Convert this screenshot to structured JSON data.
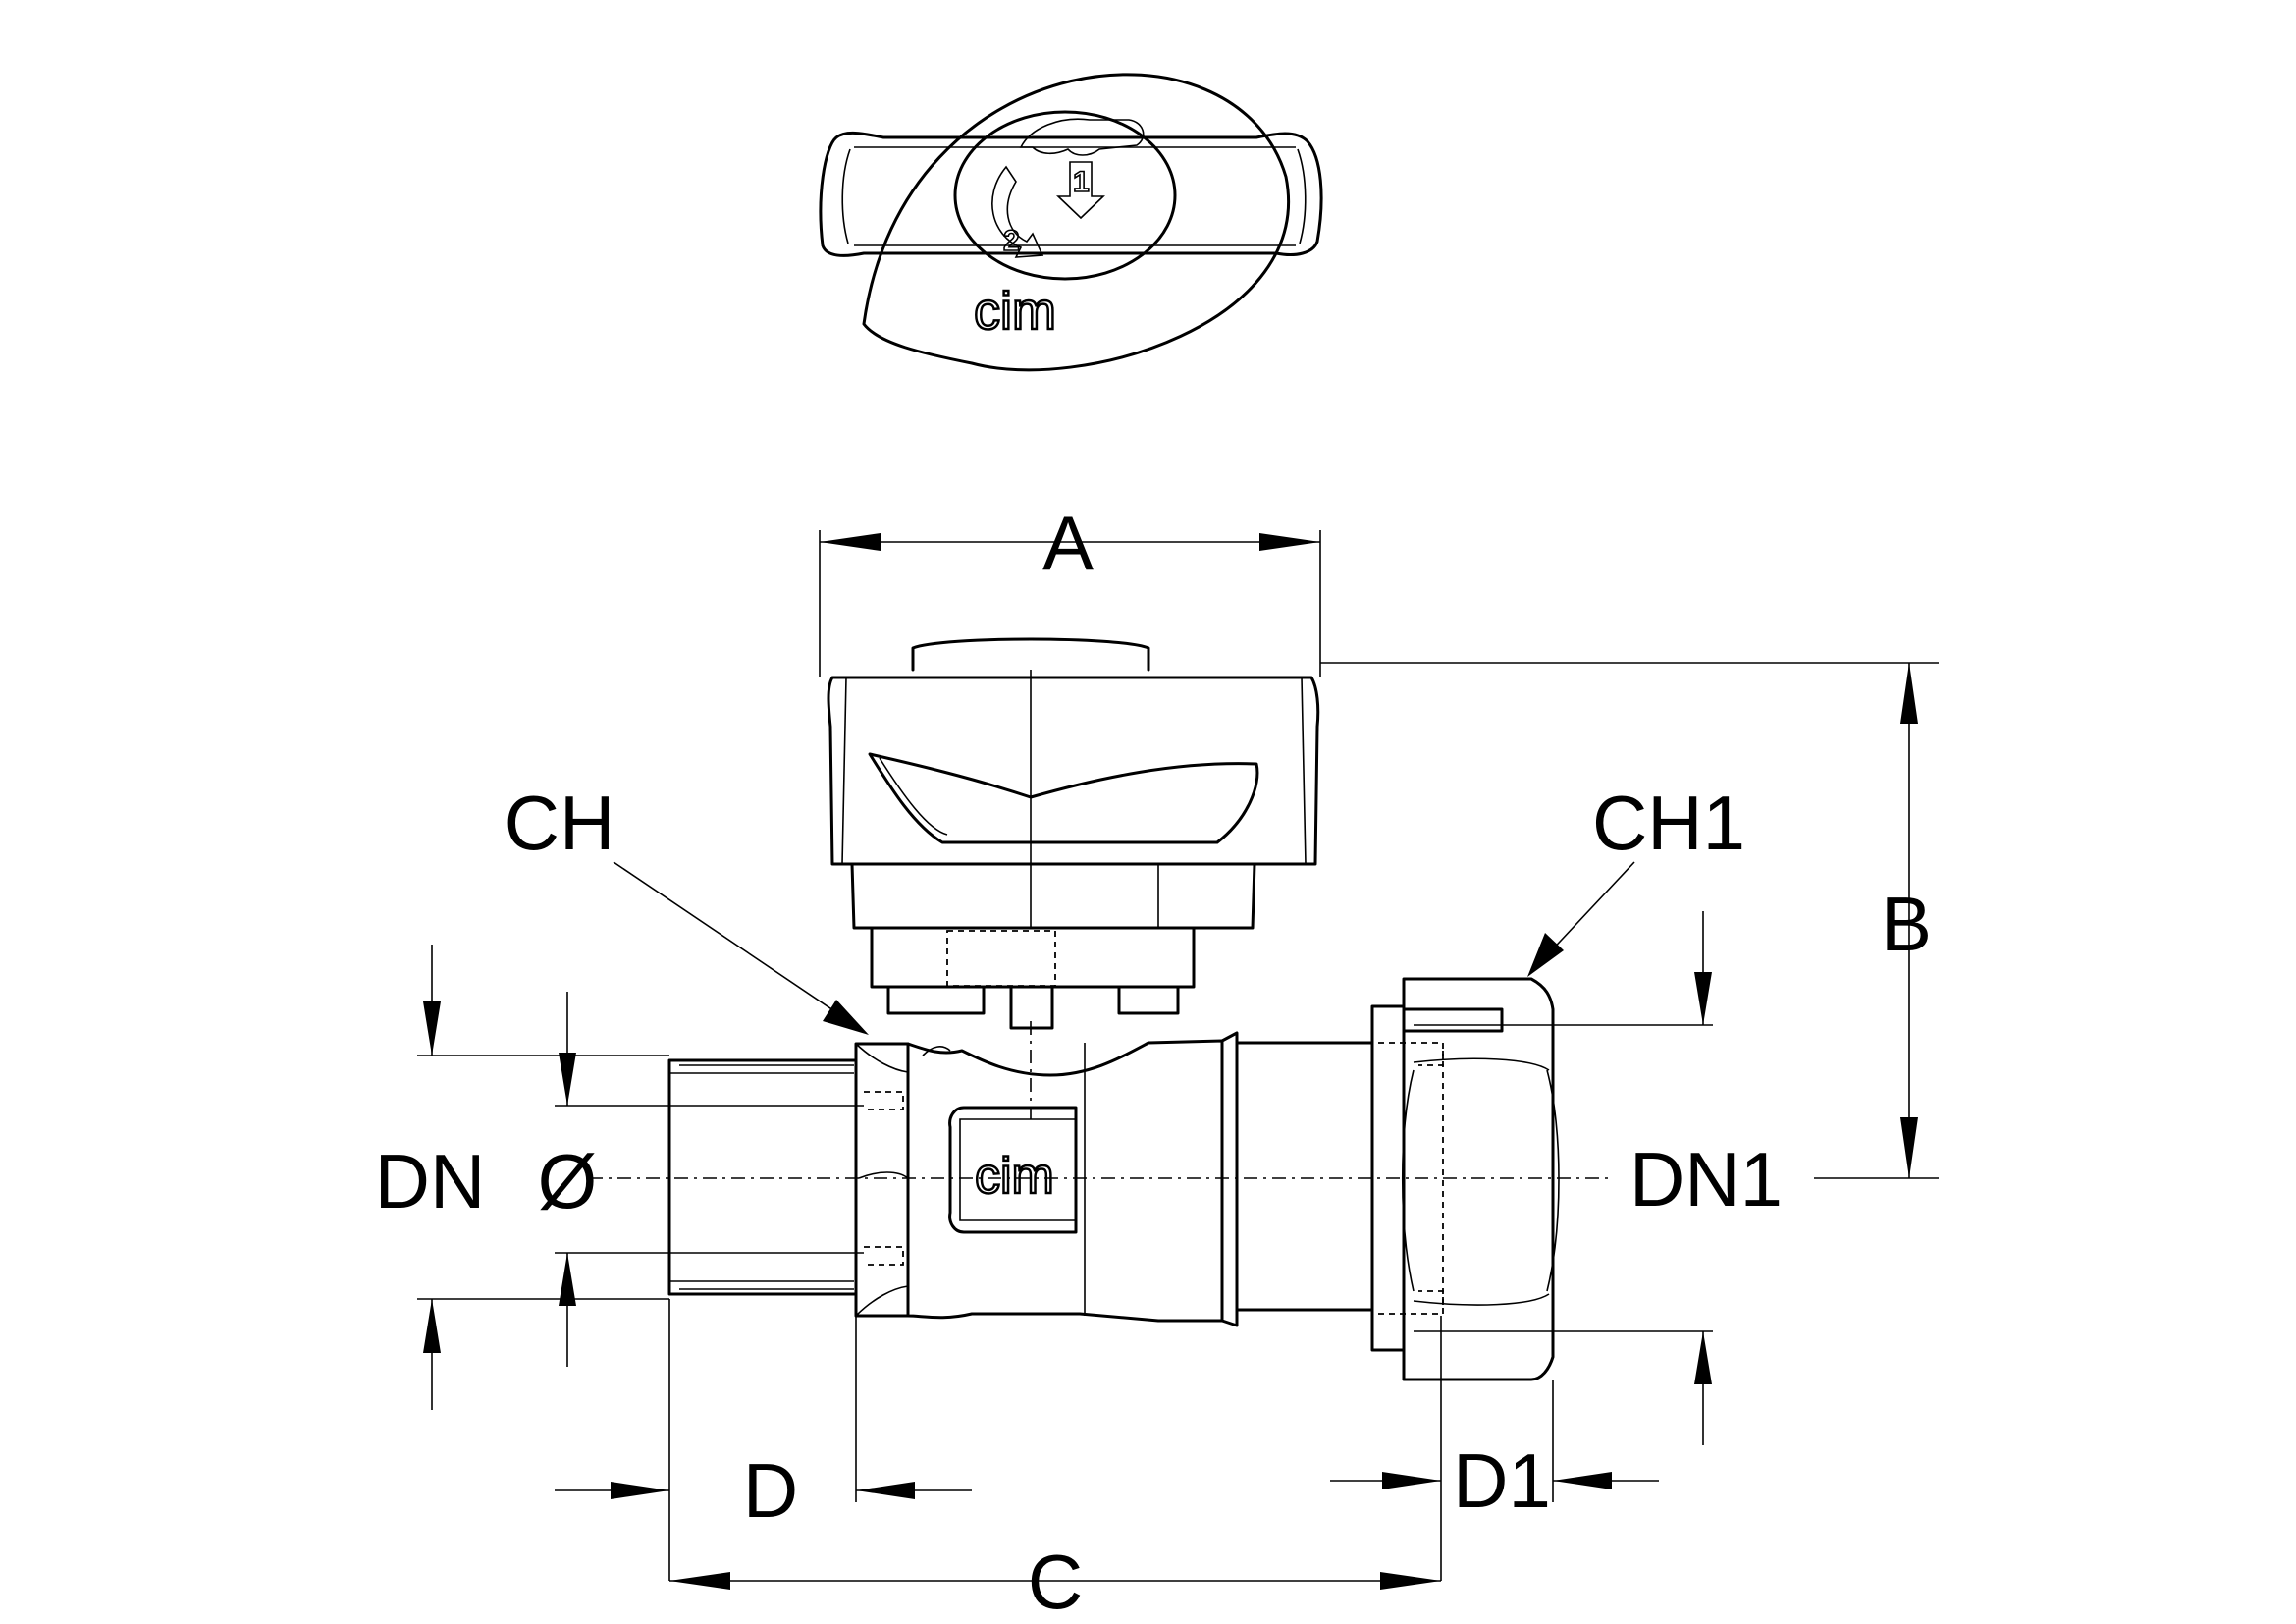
{
  "labels": {
    "a": "A",
    "b": "B",
    "c": "C",
    "d": "D",
    "d1": "D1",
    "ch": "CH",
    "ch1": "CH1",
    "dn": "DN",
    "dia": "Ø",
    "dn1": "DN1"
  },
  "logo": {
    "top": "cim",
    "body": "cim"
  },
  "steps": {
    "one": "1",
    "two": "2"
  },
  "icons": [
    "hand-icon",
    "push-down-arrow-icon",
    "rotate-arrow-icon"
  ]
}
